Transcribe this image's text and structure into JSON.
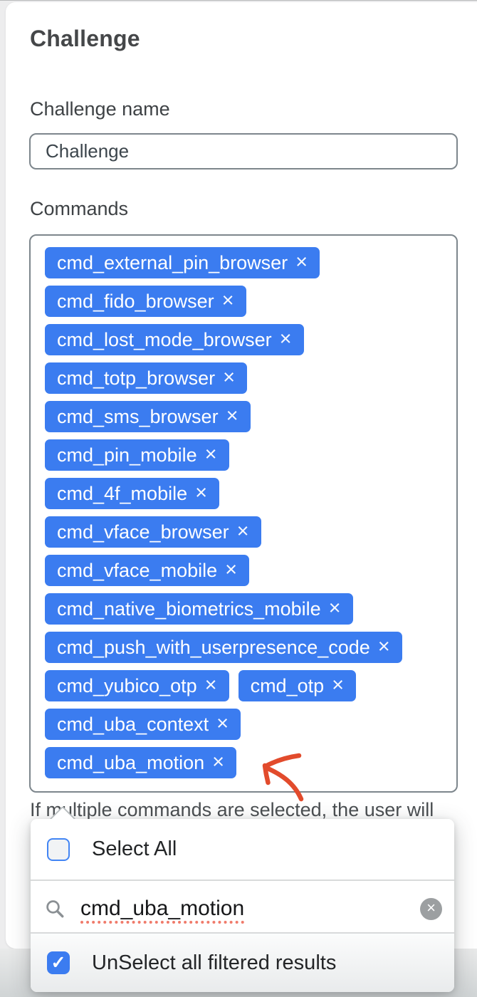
{
  "page_title": "Challenge",
  "form": {
    "name_label": "Challenge name",
    "name_value": "Challenge",
    "commands_label": "Commands",
    "note": "If multiple commands are selected, the user will"
  },
  "commands": {
    "rows": [
      [
        "cmd_external_pin_browser"
      ],
      [
        "cmd_fido_browser"
      ],
      [
        "cmd_lost_mode_browser"
      ],
      [
        "cmd_totp_browser"
      ],
      [
        "cmd_sms_browser"
      ],
      [
        "cmd_pin_mobile"
      ],
      [
        "cmd_4f_mobile"
      ],
      [
        "cmd_vface_browser"
      ],
      [
        "cmd_vface_mobile"
      ],
      [
        "cmd_native_biometrics_mobile"
      ],
      [
        "cmd_push_with_userpresence_code"
      ],
      [
        "cmd_yubico_otp",
        "cmd_otp"
      ],
      [
        "cmd_uba_context"
      ],
      [
        "cmd_uba_motion"
      ]
    ]
  },
  "dropdown": {
    "select_all": {
      "label": "Select All",
      "checked": false
    },
    "search": {
      "value": "cmd_uba_motion"
    },
    "unselect_filtered": {
      "label": "UnSelect all filtered results",
      "checked": true
    }
  },
  "icons": {
    "remove": "×",
    "clear": "×",
    "check": "✓",
    "search": "magnifier"
  },
  "colors": {
    "tag_blue": "#3b7cf0",
    "checkbox_border_blue": "#4285f4",
    "annotation_arrow_red": "#e24b2c",
    "field_border_gray": "#7d868c"
  }
}
